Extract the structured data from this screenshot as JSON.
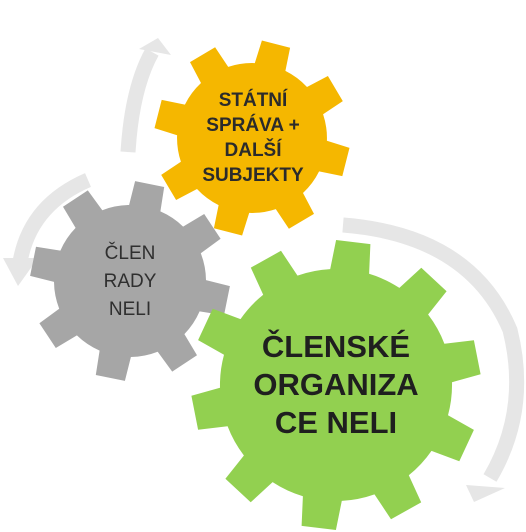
{
  "diagram": {
    "gears": {
      "state": {
        "lines": [
          "STÁTNÍ",
          "SPRÁVA +",
          "DALŠÍ",
          "SUBJEKTY"
        ],
        "color": "#f5b700"
      },
      "member": {
        "lines": [
          "ČLEN",
          "RADY",
          "NELI"
        ],
        "color": "#a6a6a6"
      },
      "orgs": {
        "lines": [
          "ČLENSKÉ",
          "ORGANIZA",
          "CE NELI"
        ],
        "color": "#92d050"
      }
    },
    "arrow_color": "#e6e6e6"
  }
}
